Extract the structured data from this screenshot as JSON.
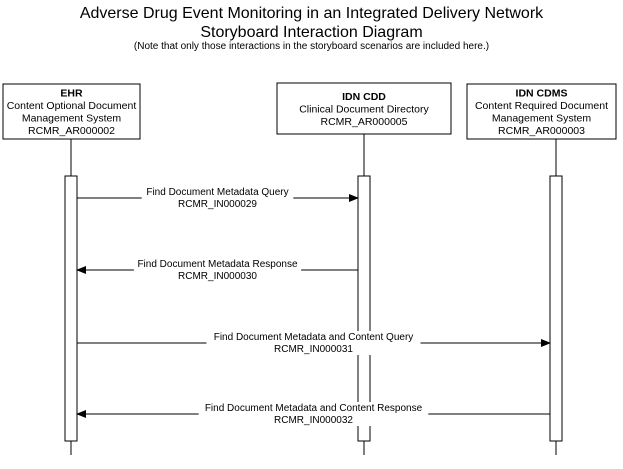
{
  "title": {
    "line1": "Adverse Drug Event Monitoring in an Integrated Delivery Network",
    "line2": "Storyboard Interaction Diagram",
    "note": "(Note that only those interactions in the storyboard scenarios are included here.)"
  },
  "participants": [
    {
      "name": "EHR",
      "lines": [
        "Content Optional Document",
        "Management System",
        "RCMR_AR000002"
      ]
    },
    {
      "name": "IDN CDD",
      "lines": [
        "Clinical Document Directory",
        "RCMR_AR000005"
      ]
    },
    {
      "name": "IDN CDMS",
      "lines": [
        "Content Required Document",
        "Management System",
        "RCMR_AR000003"
      ]
    }
  ],
  "messages": [
    {
      "label": "Find Document Metadata Query",
      "id": "RCMR_IN000029",
      "from": 0,
      "to": 1
    },
    {
      "label": "Find Document Metadata Response",
      "id": "RCMR_IN000030",
      "from": 1,
      "to": 0
    },
    {
      "label": "Find Document Metadata and Content Query",
      "id": "RCMR_IN000031",
      "from": 0,
      "to": 2
    },
    {
      "label": "Find Document Metadata and Content Response",
      "id": "RCMR_IN000032",
      "from": 2,
      "to": 0
    }
  ]
}
